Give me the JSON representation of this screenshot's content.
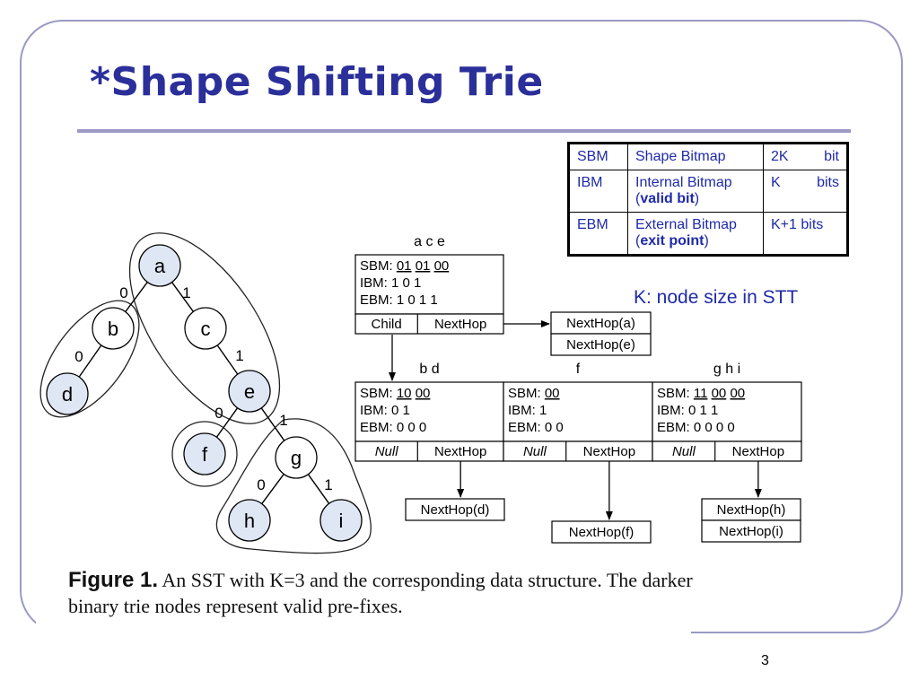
{
  "slide": {
    "title": "*Shape Shifting Trie",
    "page_number": "3",
    "k_note": "K: node size in STT"
  },
  "legend": {
    "rows": [
      {
        "abbr": "SBM",
        "name": "Shape Bitmap",
        "name_extra": "",
        "size_a": "2K",
        "size_b": "bit"
      },
      {
        "abbr": "IBM",
        "name": "Internal Bitmap",
        "name_extra": "valid bit",
        "size_a": "K",
        "size_b": "bits"
      },
      {
        "abbr": "EBM",
        "name": "External Bitmap",
        "name_extra": "exit point",
        "size_a": "K+1 bits",
        "size_b": ""
      }
    ]
  },
  "trie": {
    "nodes": [
      {
        "id": "a",
        "label": "a",
        "valid": true
      },
      {
        "id": "b",
        "label": "b",
        "valid": false
      },
      {
        "id": "c",
        "label": "c",
        "valid": false
      },
      {
        "id": "d",
        "label": "d",
        "valid": true
      },
      {
        "id": "e",
        "label": "e",
        "valid": true
      },
      {
        "id": "f",
        "label": "f",
        "valid": true
      },
      {
        "id": "g",
        "label": "g",
        "valid": false
      },
      {
        "id": "h",
        "label": "h",
        "valid": true
      },
      {
        "id": "i",
        "label": "i",
        "valid": true
      }
    ],
    "edges": [
      {
        "from": "a",
        "to": "b",
        "label": "0"
      },
      {
        "from": "a",
        "to": "c",
        "label": "1"
      },
      {
        "from": "b",
        "to": "d",
        "label": "0"
      },
      {
        "from": "c",
        "to": "e",
        "label": "1"
      },
      {
        "from": "e",
        "to": "f",
        "label": "0"
      },
      {
        "from": "e",
        "to": "g",
        "label": "1"
      },
      {
        "from": "g",
        "to": "h",
        "label": "0"
      },
      {
        "from": "g",
        "to": "i",
        "label": "1"
      }
    ]
  },
  "structure": {
    "root": {
      "header": "a   c   e",
      "sbm_label": "SBM:",
      "sbm_groups": [
        "01",
        "01",
        "00"
      ],
      "ibm": "IBM:    1 0 1",
      "ebm": "EBM:    1 0 1 1",
      "child": "Child",
      "nexthop": "NextHop"
    },
    "root_nexthops": [
      "NextHop(a)",
      "NextHop(e)"
    ],
    "children": [
      {
        "header": "b   d",
        "sbm_label": "SBM:",
        "sbm_groups": [
          "10",
          "00"
        ],
        "ibm": "IBM:    0 1",
        "ebm": "EBM:    0 0 0",
        "null": "Null",
        "nexthop": "NextHop",
        "nexthops": [
          "NextHop(d)"
        ]
      },
      {
        "header": "f",
        "sbm_label": "SBM:",
        "sbm_groups": [
          "00"
        ],
        "ibm": "IBM:    1",
        "ebm": "EBM:    0 0",
        "null": "Null",
        "nexthop": "NextHop",
        "nexthops": [
          "NextHop(f)"
        ]
      },
      {
        "header": "g   h   i",
        "sbm_label": "SBM:",
        "sbm_groups": [
          "11",
          "00",
          "00"
        ],
        "ibm": "IBM:    0 1 1",
        "ebm": "EBM:    0 0 0 0",
        "null": "Null",
        "nexthop": "NextHop",
        "nexthops": [
          "NextHop(h)",
          "NextHop(i)"
        ]
      }
    ]
  },
  "caption": {
    "figure_label": "Figure 1.",
    "text": "An SST with K=3 and the corresponding data structure. The darker binary trie nodes represent valid pre-fixes."
  },
  "colors": {
    "title": "#2a2f9a",
    "frame": "#9a9ac4",
    "legend_text": "#1f2aa8",
    "valid_node_fill": "#dfe6f4",
    "plain_node_fill": "#ffffff"
  }
}
